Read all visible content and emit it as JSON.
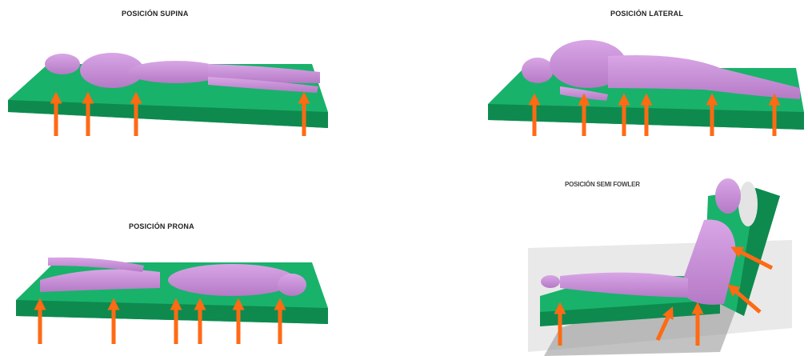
{
  "panels": {
    "supine": {
      "title": "POSICIÓN SUPINA"
    },
    "lateral": {
      "title": "POSICIÓN LATERAL"
    },
    "prone": {
      "title": "POSICIÓN PRONA"
    },
    "fowler": {
      "title": "POSICIÓN SEMI FOWLER"
    }
  },
  "colors": {
    "mattress": "#19b26b",
    "mattress_dark": "#0e8a4f",
    "body": "#c98fd8",
    "body_shadow": "#a56cb5",
    "arrow": "#ff6a13",
    "floor": "#d8d8d8"
  },
  "icons": [
    "pressure-arrow-icon"
  ]
}
